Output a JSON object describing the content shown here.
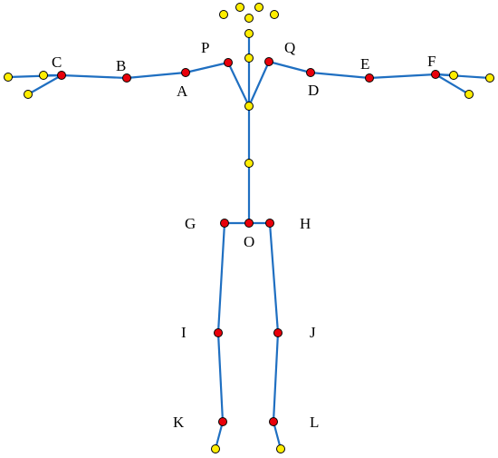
{
  "colors": {
    "bone": "#1f6fc1",
    "labeled_joint": "#e8000b",
    "unlabeled_joint": "#ffee00"
  },
  "labels": {
    "A": "A",
    "B": "B",
    "C": "C",
    "D": "D",
    "E": "E",
    "F": "F",
    "G": "G",
    "H": "H",
    "I": "I",
    "J": "J",
    "K": "K",
    "L": "L",
    "O": "O",
    "P": "P",
    "Q": "Q"
  }
}
